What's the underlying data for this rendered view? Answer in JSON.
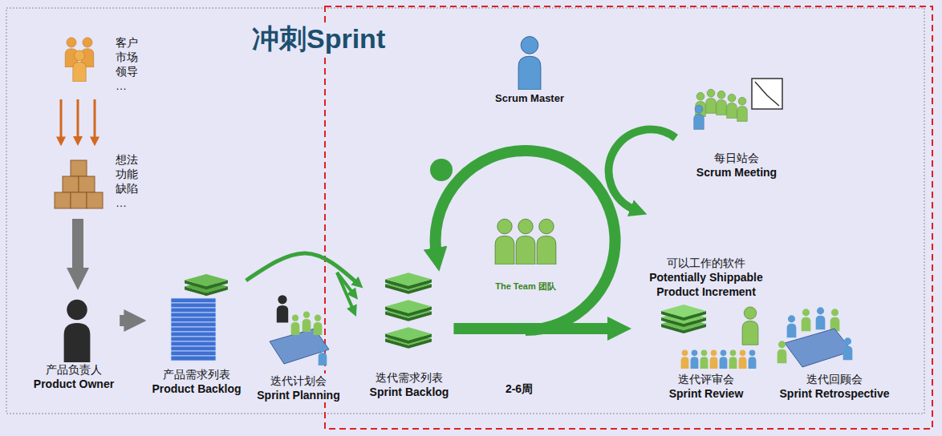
{
  "diagram": {
    "title": "冲刺Sprint",
    "nodes": [
      {
        "text": [
          "客户 市场 领导 …"
        ]
      },
      {
        "text": [
          "想法 功能 缺陷 …"
        ]
      },
      {
        "text": [
          "产品负责人",
          "Product Owner"
        ]
      },
      {
        "text": [
          "产品需求列表",
          "Product Backlog"
        ]
      },
      {
        "text": [
          "迭代计划会",
          "Sprint Planning"
        ]
      },
      {
        "text": [
          "迭代需求列表",
          "Sprint Backlog"
        ]
      },
      {
        "text": [
          "Scrum Master"
        ]
      },
      {
        "text": [
          "The Team 团队"
        ]
      },
      {
        "text": [
          "每日站会",
          "Scrum Meeting"
        ]
      },
      {
        "text": [
          "可以工作的软件",
          "Potentially Shippable Product Increment"
        ]
      },
      {
        "text": [
          "迭代评审会",
          "Sprint Review"
        ]
      },
      {
        "text": [
          "迭代回顾会",
          "Sprint Retrospective"
        ]
      }
    ],
    "edges": [
      {
        "from": 0,
        "to": 1,
        "arrow": "to"
      },
      {
        "from": 1,
        "to": 2,
        "arrow": "to"
      },
      {
        "from": 2,
        "to": 3,
        "arrow": "to"
      },
      {
        "from": 3,
        "to": 5,
        "arrow": "to"
      },
      {
        "from": 5,
        "to": 9,
        "arrow": "to"
      }
    ],
    "labels": [
      "2-6周"
    ]
  }
}
